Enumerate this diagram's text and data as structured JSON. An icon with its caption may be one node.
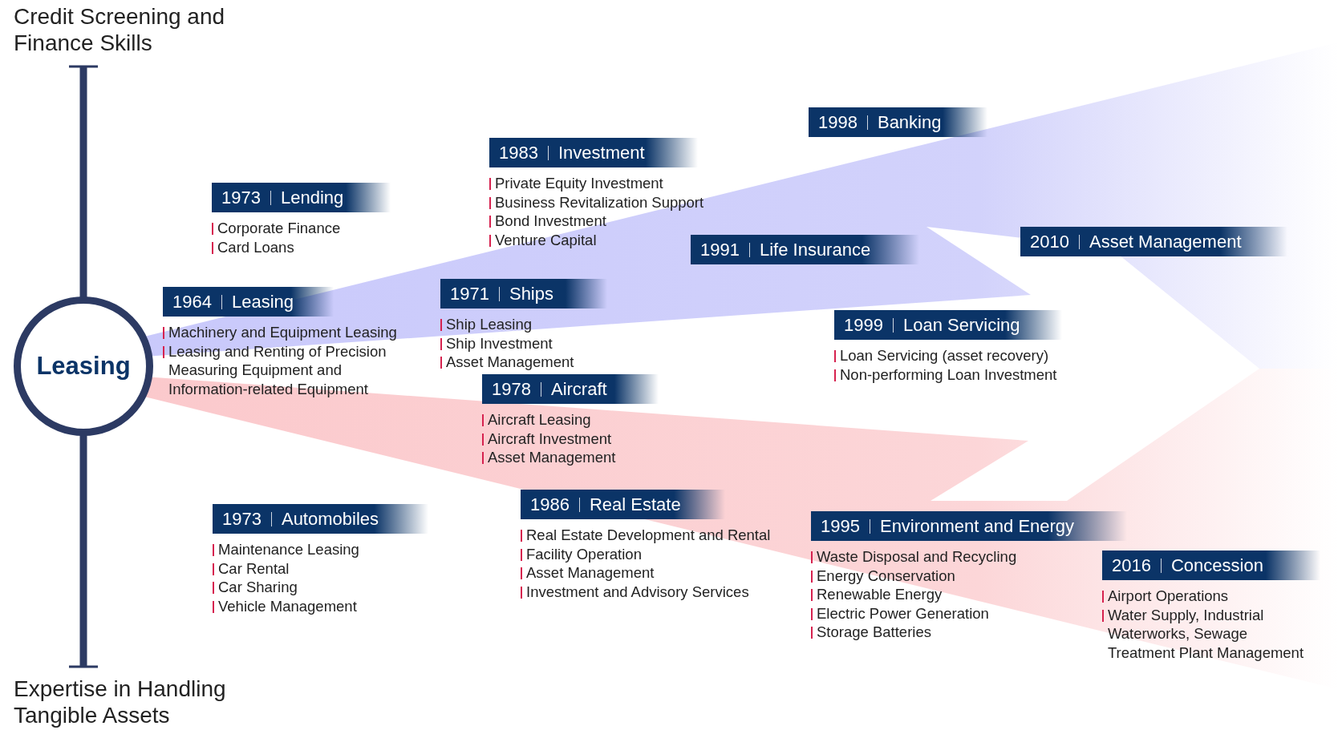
{
  "diagram": {
    "nodes": [
      {
        "text": [
          "Leasing"
        ]
      },
      {
        "text": [
          "1998",
          "Banking"
        ]
      },
      {
        "text": [
          "1983",
          "Investment"
        ],
        "beside": [
          "Private Equity Investment",
          "Business Revitalization Support",
          "Bond Investment",
          "Venture Capital"
        ]
      },
      {
        "text": [
          "1973",
          "Lending"
        ],
        "beside": [
          "Corporate Finance",
          "Card Loans"
        ]
      },
      {
        "text": [
          "1991",
          "Life Insurance"
        ]
      },
      {
        "text": [
          "2010",
          "Asset Management"
        ]
      },
      {
        "text": [
          "1964",
          "Leasing"
        ],
        "beside": [
          "Machinery and Equipment Leasing",
          "Leasing and Renting of Precision Measuring Equipment and Information-related Equipment"
        ]
      },
      {
        "text": [
          "1971",
          "Ships"
        ],
        "beside": [
          "Ship Leasing",
          "Ship Investment",
          "Asset Management"
        ]
      },
      {
        "text": [
          "1999",
          "Loan Servicing"
        ],
        "beside": [
          "Loan Servicing (asset recovery)",
          "Non-performing Loan Investment"
        ]
      },
      {
        "text": [
          "1978",
          "Aircraft"
        ],
        "beside": [
          "Aircraft Leasing",
          "Aircraft Investment",
          "Asset Management"
        ]
      },
      {
        "text": [
          "1986",
          "Real Estate"
        ],
        "beside": [
          "Real Estate Development and Rental",
          "Facility Operation",
          "Asset Management",
          "Investment and Advisory Services"
        ]
      },
      {
        "text": [
          "1973",
          "Automobiles"
        ],
        "beside": [
          "Maintenance Leasing",
          "Car Rental",
          "Car Sharing",
          "Vehicle Management"
        ]
      },
      {
        "text": [
          "1995",
          "Environment and Energy"
        ],
        "beside": [
          "Waste Disposal and Recycling",
          "Energy Conservation",
          "Renewable Energy",
          "Electric Power Generation",
          "Storage Batteries"
        ]
      },
      {
        "text": [
          "2016",
          "Concession"
        ],
        "beside": [
          "Airport Operations",
          "Water Supply, Industrial Waterworks, Sewage Treatment Plant Management"
        ]
      }
    ],
    "labels": [
      "Credit Screening and Finance Skills",
      "Expertise in Handling Tangible Assets"
    ]
  }
}
